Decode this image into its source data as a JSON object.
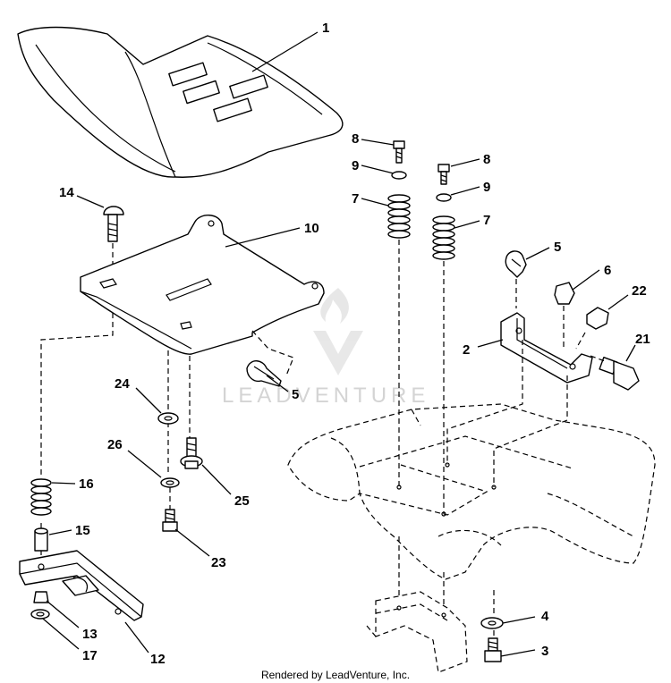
{
  "callouts": [
    {
      "id": "c1",
      "label": "1"
    },
    {
      "id": "c2",
      "label": "2"
    },
    {
      "id": "c3",
      "label": "3"
    },
    {
      "id": "c4",
      "label": "4"
    },
    {
      "id": "c5a",
      "label": "5"
    },
    {
      "id": "c5b",
      "label": "5"
    },
    {
      "id": "c6",
      "label": "6"
    },
    {
      "id": "c7a",
      "label": "7"
    },
    {
      "id": "c7b",
      "label": "7"
    },
    {
      "id": "c8a",
      "label": "8"
    },
    {
      "id": "c8b",
      "label": "8"
    },
    {
      "id": "c9a",
      "label": "9"
    },
    {
      "id": "c9b",
      "label": "9"
    },
    {
      "id": "c10",
      "label": "10"
    },
    {
      "id": "c12",
      "label": "12"
    },
    {
      "id": "c13",
      "label": "13"
    },
    {
      "id": "c14",
      "label": "14"
    },
    {
      "id": "c15",
      "label": "15"
    },
    {
      "id": "c16",
      "label": "16"
    },
    {
      "id": "c17",
      "label": "17"
    },
    {
      "id": "c21",
      "label": "21"
    },
    {
      "id": "c22",
      "label": "22"
    },
    {
      "id": "c23",
      "label": "23"
    },
    {
      "id": "c24",
      "label": "24"
    },
    {
      "id": "c25",
      "label": "25"
    },
    {
      "id": "c26",
      "label": "26"
    }
  ],
  "watermark": "LEADVENTURE",
  "credit": "Rendered by LeadVenture, Inc."
}
